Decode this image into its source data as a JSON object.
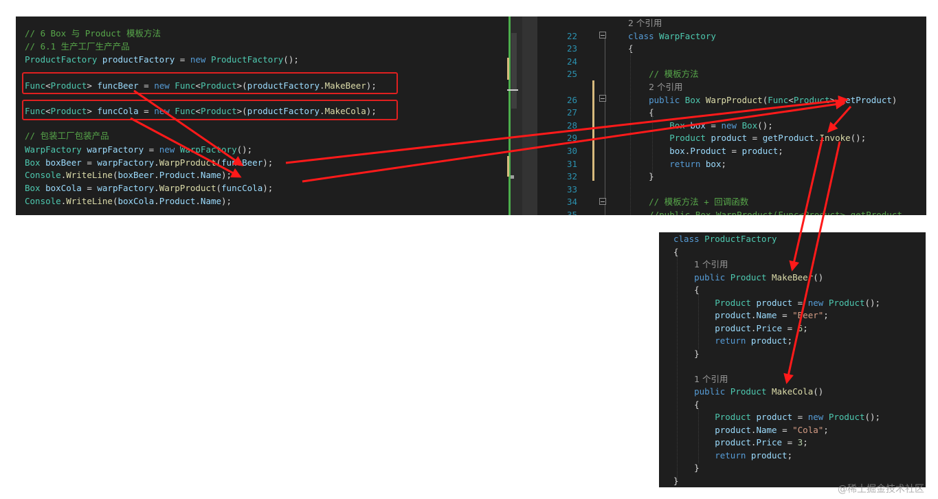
{
  "colors": {
    "editor_bg": "#1e1e1e",
    "keyword": "#569cd6",
    "type": "#4ec9b0",
    "method": "#dcdcaa",
    "variable": "#9cdcfe",
    "comment": "#57a64a",
    "string": "#d69d85",
    "number": "#b5cea8",
    "text": "#dcdcdc",
    "line_number": "#2b91af",
    "highlight_box": "#e02020"
  },
  "left_panel": {
    "lines": [
      [
        {
          "t": "// 6 Box 与 Product 模板方法",
          "c": "comment"
        }
      ],
      [
        {
          "t": "// 6.1 生产工厂生产产品",
          "c": "comment"
        }
      ],
      [
        {
          "t": "ProductFactory",
          "c": "type"
        },
        {
          "t": " ",
          "c": "text"
        },
        {
          "t": "productFactory",
          "c": "variable"
        },
        {
          "t": " = ",
          "c": "text"
        },
        {
          "t": "new",
          "c": "keyword"
        },
        {
          "t": " ",
          "c": "text"
        },
        {
          "t": "ProductFactory",
          "c": "type"
        },
        {
          "t": "();",
          "c": "text"
        }
      ],
      [],
      [
        {
          "t": "Func",
          "c": "type"
        },
        {
          "t": "<",
          "c": "text"
        },
        {
          "t": "Product",
          "c": "type"
        },
        {
          "t": "> ",
          "c": "text"
        },
        {
          "t": "funcBeer",
          "c": "variable"
        },
        {
          "t": " = ",
          "c": "text"
        },
        {
          "t": "new",
          "c": "keyword"
        },
        {
          "t": " ",
          "c": "text"
        },
        {
          "t": "Func",
          "c": "type"
        },
        {
          "t": "<",
          "c": "text"
        },
        {
          "t": "Product",
          "c": "type"
        },
        {
          "t": ">(",
          "c": "text"
        },
        {
          "t": "productFactory",
          "c": "variable"
        },
        {
          "t": ".",
          "c": "text"
        },
        {
          "t": "MakeBeer",
          "c": "method"
        },
        {
          "t": ");",
          "c": "text"
        }
      ],
      [],
      [
        {
          "t": "Func",
          "c": "type"
        },
        {
          "t": "<",
          "c": "text"
        },
        {
          "t": "Product",
          "c": "type"
        },
        {
          "t": "> ",
          "c": "text"
        },
        {
          "t": "funcCola",
          "c": "variable"
        },
        {
          "t": " = ",
          "c": "text"
        },
        {
          "t": "new",
          "c": "keyword"
        },
        {
          "t": " ",
          "c": "text"
        },
        {
          "t": "Func",
          "c": "type"
        },
        {
          "t": "<",
          "c": "text"
        },
        {
          "t": "Product",
          "c": "type"
        },
        {
          "t": ">(",
          "c": "text"
        },
        {
          "t": "productFactory",
          "c": "variable"
        },
        {
          "t": ".",
          "c": "text"
        },
        {
          "t": "MakeCola",
          "c": "method"
        },
        {
          "t": ");",
          "c": "text"
        }
      ],
      [],
      [
        {
          "t": "// 包装工厂包装产品",
          "c": "comment"
        }
      ],
      [
        {
          "t": "WarpFactory",
          "c": "type"
        },
        {
          "t": " ",
          "c": "text"
        },
        {
          "t": "warpFactory",
          "c": "variable"
        },
        {
          "t": " = ",
          "c": "text"
        },
        {
          "t": "new",
          "c": "keyword"
        },
        {
          "t": " ",
          "c": "text"
        },
        {
          "t": "WarpFactory",
          "c": "type"
        },
        {
          "t": "();",
          "c": "text"
        }
      ],
      [
        {
          "t": "Box",
          "c": "type"
        },
        {
          "t": " ",
          "c": "text"
        },
        {
          "t": "boxBeer",
          "c": "variable"
        },
        {
          "t": " = ",
          "c": "text"
        },
        {
          "t": "warpFactory",
          "c": "variable"
        },
        {
          "t": ".",
          "c": "text"
        },
        {
          "t": "WarpProduct",
          "c": "method"
        },
        {
          "t": "(",
          "c": "text"
        },
        {
          "t": "funcBeer",
          "c": "variable"
        },
        {
          "t": ");",
          "c": "text"
        }
      ],
      [
        {
          "t": "Console",
          "c": "type"
        },
        {
          "t": ".",
          "c": "text"
        },
        {
          "t": "WriteLine",
          "c": "method"
        },
        {
          "t": "(",
          "c": "text"
        },
        {
          "t": "boxBeer",
          "c": "variable"
        },
        {
          "t": ".",
          "c": "text"
        },
        {
          "t": "Product",
          "c": "variable"
        },
        {
          "t": ".",
          "c": "text"
        },
        {
          "t": "Name",
          "c": "variable"
        },
        {
          "t": ");",
          "c": "text"
        }
      ],
      [
        {
          "t": "Box",
          "c": "type"
        },
        {
          "t": " ",
          "c": "text"
        },
        {
          "t": "boxCola",
          "c": "variable"
        },
        {
          "t": " = ",
          "c": "text"
        },
        {
          "t": "warpFactory",
          "c": "variable"
        },
        {
          "t": ".",
          "c": "text"
        },
        {
          "t": "WarpProduct",
          "c": "method"
        },
        {
          "t": "(",
          "c": "text"
        },
        {
          "t": "funcCola",
          "c": "variable"
        },
        {
          "t": ");",
          "c": "text"
        }
      ],
      [
        {
          "t": "Console",
          "c": "type"
        },
        {
          "t": ".",
          "c": "text"
        },
        {
          "t": "WriteLine",
          "c": "method"
        },
        {
          "t": "(",
          "c": "text"
        },
        {
          "t": "boxCola",
          "c": "variable"
        },
        {
          "t": ".",
          "c": "text"
        },
        {
          "t": "Product",
          "c": "variable"
        },
        {
          "t": ".",
          "c": "text"
        },
        {
          "t": "Name",
          "c": "variable"
        },
        {
          "t": ");",
          "c": "text"
        }
      ]
    ]
  },
  "right_panel": {
    "lines": [
      {
        "n": "",
        "code": [
          {
            "t": "2 个引用",
            "c": "hint"
          }
        ]
      },
      {
        "n": "22",
        "code": [
          {
            "t": "class",
            "c": "keyword"
          },
          {
            "t": " ",
            "c": "text"
          },
          {
            "t": "WarpFactory",
            "c": "type"
          }
        ]
      },
      {
        "n": "23",
        "code": [
          {
            "t": "{",
            "c": "text"
          }
        ]
      },
      {
        "n": "24",
        "code": []
      },
      {
        "n": "25",
        "code": [
          {
            "t": "    ",
            "c": "text"
          },
          {
            "t": "// 模板方法",
            "c": "comment"
          }
        ]
      },
      {
        "n": "",
        "code": [
          {
            "t": "    ",
            "c": "text"
          },
          {
            "t": "2 个引用",
            "c": "hint"
          }
        ]
      },
      {
        "n": "26",
        "code": [
          {
            "t": "    ",
            "c": "text"
          },
          {
            "t": "public",
            "c": "keyword"
          },
          {
            "t": " ",
            "c": "text"
          },
          {
            "t": "Box",
            "c": "type"
          },
          {
            "t": " ",
            "c": "text"
          },
          {
            "t": "WarpProduct",
            "c": "method"
          },
          {
            "t": "(",
            "c": "text"
          },
          {
            "t": "Func",
            "c": "type"
          },
          {
            "t": "<",
            "c": "text"
          },
          {
            "t": "Product",
            "c": "type"
          },
          {
            "t": "> ",
            "c": "text"
          },
          {
            "t": "getProduct",
            "c": "variable"
          },
          {
            "t": ")",
            "c": "text"
          }
        ]
      },
      {
        "n": "27",
        "code": [
          {
            "t": "    {",
            "c": "text"
          }
        ]
      },
      {
        "n": "28",
        "code": [
          {
            "t": "        ",
            "c": "text"
          },
          {
            "t": "Box",
            "c": "type"
          },
          {
            "t": " ",
            "c": "text"
          },
          {
            "t": "box",
            "c": "variable"
          },
          {
            "t": " = ",
            "c": "text"
          },
          {
            "t": "new",
            "c": "keyword"
          },
          {
            "t": " ",
            "c": "text"
          },
          {
            "t": "Box",
            "c": "type"
          },
          {
            "t": "();",
            "c": "text"
          }
        ]
      },
      {
        "n": "29",
        "code": [
          {
            "t": "        ",
            "c": "text"
          },
          {
            "t": "Product",
            "c": "type"
          },
          {
            "t": " ",
            "c": "text"
          },
          {
            "t": "product",
            "c": "variable"
          },
          {
            "t": " = ",
            "c": "text"
          },
          {
            "t": "getProduct",
            "c": "variable"
          },
          {
            "t": ".",
            "c": "text"
          },
          {
            "t": "Invoke",
            "c": "method"
          },
          {
            "t": "();",
            "c": "text"
          }
        ]
      },
      {
        "n": "30",
        "code": [
          {
            "t": "        ",
            "c": "text"
          },
          {
            "t": "box",
            "c": "variable"
          },
          {
            "t": ".",
            "c": "text"
          },
          {
            "t": "Product",
            "c": "variable"
          },
          {
            "t": " = ",
            "c": "text"
          },
          {
            "t": "product",
            "c": "variable"
          },
          {
            "t": ";",
            "c": "text"
          }
        ]
      },
      {
        "n": "31",
        "code": [
          {
            "t": "        ",
            "c": "text"
          },
          {
            "t": "return",
            "c": "keyword"
          },
          {
            "t": " ",
            "c": "text"
          },
          {
            "t": "box",
            "c": "variable"
          },
          {
            "t": ";",
            "c": "text"
          }
        ]
      },
      {
        "n": "32",
        "code": [
          {
            "t": "    }",
            "c": "text"
          }
        ]
      },
      {
        "n": "33",
        "code": []
      },
      {
        "n": "34",
        "code": [
          {
            "t": "    ",
            "c": "text"
          },
          {
            "t": "// 模板方法 + 回调函数",
            "c": "comment"
          }
        ]
      },
      {
        "n": "35",
        "code": [
          {
            "t": "    ",
            "c": "text"
          },
          {
            "t": "//public Box WarpProduct(Func<Product> getProduct",
            "c": "comment"
          }
        ]
      }
    ]
  },
  "bottom_panel": {
    "lines": [
      [
        {
          "t": "class",
          "c": "keyword"
        },
        {
          "t": " ",
          "c": "text"
        },
        {
          "t": "ProductFactory",
          "c": "type"
        }
      ],
      [
        {
          "t": "{",
          "c": "text"
        }
      ],
      [
        {
          "t": "    ",
          "c": "text"
        },
        {
          "t": "1 个引用",
          "c": "hint"
        }
      ],
      [
        {
          "t": "    ",
          "c": "text"
        },
        {
          "t": "public",
          "c": "keyword"
        },
        {
          "t": " ",
          "c": "text"
        },
        {
          "t": "Product",
          "c": "type"
        },
        {
          "t": " ",
          "c": "text"
        },
        {
          "t": "MakeBeer",
          "c": "method"
        },
        {
          "t": "()",
          "c": "text"
        }
      ],
      [
        {
          "t": "    {",
          "c": "text"
        }
      ],
      [
        {
          "t": "        ",
          "c": "text"
        },
        {
          "t": "Product",
          "c": "type"
        },
        {
          "t": " ",
          "c": "text"
        },
        {
          "t": "product",
          "c": "variable"
        },
        {
          "t": " = ",
          "c": "text"
        },
        {
          "t": "new",
          "c": "keyword"
        },
        {
          "t": " ",
          "c": "text"
        },
        {
          "t": "Product",
          "c": "type"
        },
        {
          "t": "();",
          "c": "text"
        }
      ],
      [
        {
          "t": "        ",
          "c": "text"
        },
        {
          "t": "product",
          "c": "variable"
        },
        {
          "t": ".",
          "c": "text"
        },
        {
          "t": "Name",
          "c": "variable"
        },
        {
          "t": " = ",
          "c": "text"
        },
        {
          "t": "\"Beer\"",
          "c": "string"
        },
        {
          "t": ";",
          "c": "text"
        }
      ],
      [
        {
          "t": "        ",
          "c": "text"
        },
        {
          "t": "product",
          "c": "variable"
        },
        {
          "t": ".",
          "c": "text"
        },
        {
          "t": "Price",
          "c": "variable"
        },
        {
          "t": " = ",
          "c": "text"
        },
        {
          "t": "6",
          "c": "number"
        },
        {
          "t": ";",
          "c": "text"
        }
      ],
      [
        {
          "t": "        ",
          "c": "text"
        },
        {
          "t": "return",
          "c": "keyword"
        },
        {
          "t": " ",
          "c": "text"
        },
        {
          "t": "product",
          "c": "variable"
        },
        {
          "t": ";",
          "c": "text"
        }
      ],
      [
        {
          "t": "    }",
          "c": "text"
        }
      ],
      [],
      [
        {
          "t": "    ",
          "c": "text"
        },
        {
          "t": "1 个引用",
          "c": "hint"
        }
      ],
      [
        {
          "t": "    ",
          "c": "text"
        },
        {
          "t": "public",
          "c": "keyword"
        },
        {
          "t": " ",
          "c": "text"
        },
        {
          "t": "Product",
          "c": "type"
        },
        {
          "t": " ",
          "c": "text"
        },
        {
          "t": "MakeCola",
          "c": "method"
        },
        {
          "t": "()",
          "c": "text"
        }
      ],
      [
        {
          "t": "    {",
          "c": "text"
        }
      ],
      [
        {
          "t": "        ",
          "c": "text"
        },
        {
          "t": "Product",
          "c": "type"
        },
        {
          "t": " ",
          "c": "text"
        },
        {
          "t": "product",
          "c": "variable"
        },
        {
          "t": " = ",
          "c": "text"
        },
        {
          "t": "new",
          "c": "keyword"
        },
        {
          "t": " ",
          "c": "text"
        },
        {
          "t": "Product",
          "c": "type"
        },
        {
          "t": "();",
          "c": "text"
        }
      ],
      [
        {
          "t": "        ",
          "c": "text"
        },
        {
          "t": "product",
          "c": "variable"
        },
        {
          "t": ".",
          "c": "text"
        },
        {
          "t": "Name",
          "c": "variable"
        },
        {
          "t": " = ",
          "c": "text"
        },
        {
          "t": "\"Cola\"",
          "c": "string"
        },
        {
          "t": ";",
          "c": "text"
        }
      ],
      [
        {
          "t": "        ",
          "c": "text"
        },
        {
          "t": "product",
          "c": "variable"
        },
        {
          "t": ".",
          "c": "text"
        },
        {
          "t": "Price",
          "c": "variable"
        },
        {
          "t": " = ",
          "c": "text"
        },
        {
          "t": "3",
          "c": "number"
        },
        {
          "t": ";",
          "c": "text"
        }
      ],
      [
        {
          "t": "        ",
          "c": "text"
        },
        {
          "t": "return",
          "c": "keyword"
        },
        {
          "t": " ",
          "c": "text"
        },
        {
          "t": "product",
          "c": "variable"
        },
        {
          "t": ";",
          "c": "text"
        }
      ],
      [
        {
          "t": "    }",
          "c": "text"
        }
      ],
      [
        {
          "t": "}",
          "c": "text"
        }
      ]
    ]
  },
  "watermark": "@稀土掘金技术社区"
}
